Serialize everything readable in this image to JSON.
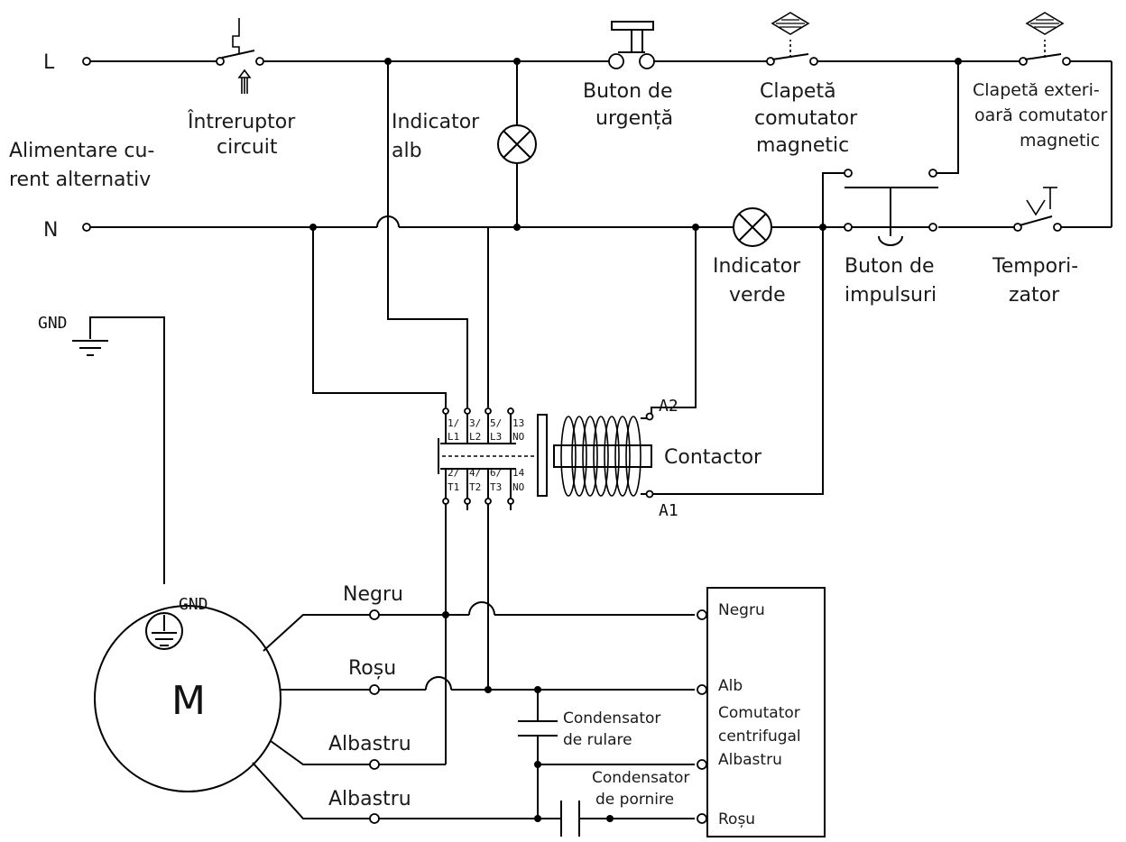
{
  "rails": {
    "line": "L",
    "neutral": "N"
  },
  "supply": {
    "line1": "Alimentare cu-",
    "line2": "rent alternativ"
  },
  "breaker": {
    "line1": "Întreruptor",
    "line2": "circuit"
  },
  "white_indicator": {
    "line1": "Indicator",
    "line2": "alb"
  },
  "emergency_button": {
    "line1": "Buton de",
    "line2": "urgență"
  },
  "magnetic_switch_flap": {
    "line1": "Clapetă",
    "line2": "comutator",
    "line3": "magnetic"
  },
  "outer_magnetic_switch_flap": {
    "line1": "Clapetă exteri-",
    "line2": "oară comutator",
    "line3": "magnetic"
  },
  "green_indicator": {
    "line1": "Indicator",
    "line2": "verde"
  },
  "jog_button": {
    "line1": "Buton de",
    "line2": "impulsuri"
  },
  "timer": {
    "line1": "Tempori-",
    "line2": "zator"
  },
  "ground_top": "GND",
  "ground_motor": "GND",
  "motor": "M",
  "contactor": {
    "label": "Contactor",
    "a2": "A2",
    "a1": "A1",
    "top_terminals": [
      "1/",
      "3/",
      "5/",
      "13",
      "L1",
      "L2",
      "L3",
      "NO"
    ],
    "bottom_terminals": [
      "2/",
      "4/",
      "6/",
      "14",
      "T1",
      "T2",
      "T3",
      "NO"
    ]
  },
  "motor_wires": {
    "black": "Negru",
    "red": "Roșu",
    "blue1": "Albastru",
    "blue2": "Albastru"
  },
  "run_capacitor": {
    "line1": "Condensator",
    "line2": "de rulare"
  },
  "start_capacitor": {
    "line1": "Condensator",
    "line2": "de pornire"
  },
  "terminal_box": {
    "black": "Negru",
    "white": "Alb",
    "centrifugal1": "Comutator",
    "centrifugal2": "centrifugal",
    "blue": "Albastru",
    "red": "Roșu"
  }
}
